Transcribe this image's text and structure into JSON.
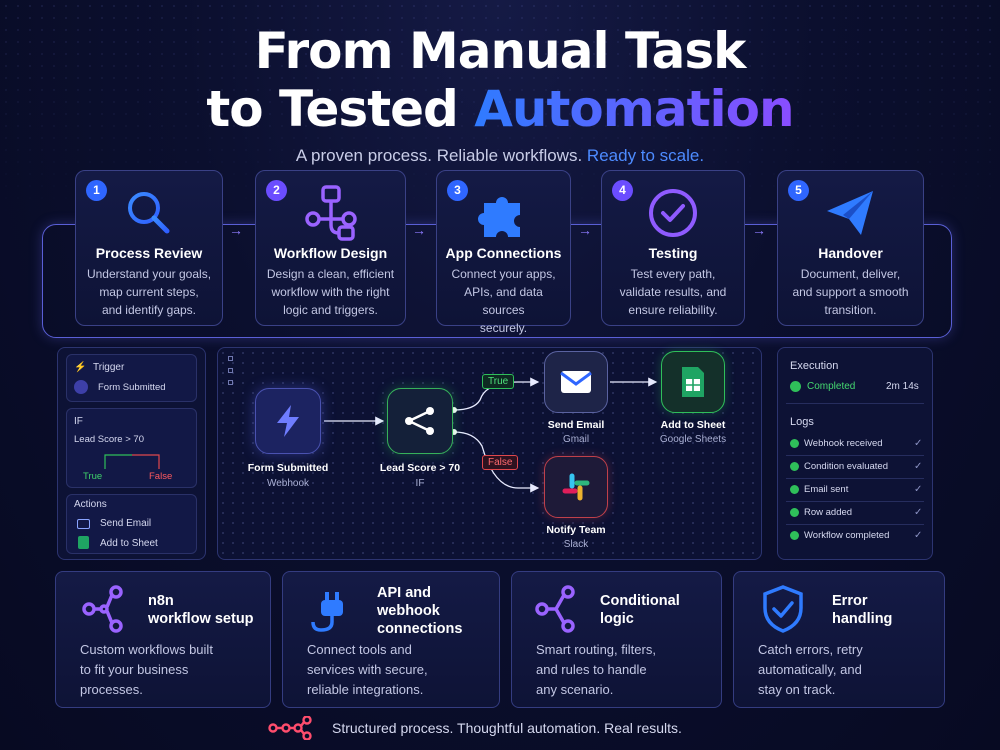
{
  "header": {
    "title_line1": "From Manual Task",
    "title_line2_plain": "to Tested",
    "title_line2_highlight": "Automation",
    "subtitle_plain": "A proven process. Reliable workflows.",
    "subtitle_highlight": "Ready to scale."
  },
  "steps": [
    {
      "number": "1",
      "title": "Process Review",
      "icon": "magnifier-icon",
      "desc": [
        "Understand your goals,",
        "map current steps,",
        "and identify gaps."
      ]
    },
    {
      "number": "2",
      "title": "Workflow Design",
      "icon": "flow-nodes-icon",
      "desc": [
        "Design a clean, efficient",
        "workflow with the right",
        "logic and triggers."
      ]
    },
    {
      "number": "3",
      "title": "App Connections",
      "icon": "puzzle-icon",
      "desc": [
        "Connect your apps,",
        "APIs, and data sources",
        "securely."
      ]
    },
    {
      "number": "4",
      "title": "Testing",
      "icon": "check-circle-icon",
      "desc": [
        "Test every path,",
        "validate results, and",
        "ensure reliability."
      ]
    },
    {
      "number": "5",
      "title": "Handover",
      "icon": "paper-plane-icon",
      "desc": [
        "Document, deliver,",
        "and support a smooth",
        "transition."
      ]
    }
  ],
  "config_panel": {
    "trigger_label": "Trigger",
    "trigger_value": "Form Submitted",
    "if_label": "IF",
    "if_condition": "Lead Score > 70",
    "true_label": "True",
    "false_label": "False",
    "actions_label": "Actions",
    "action_1": "Send Email",
    "action_2": "Add to Sheet"
  },
  "workflow": {
    "nodes": [
      {
        "name": "Form Submitted",
        "sub": "Webhook",
        "icon": "lightning-icon"
      },
      {
        "name": "Lead Score > 70",
        "sub": "IF",
        "icon": "branch-icon"
      },
      {
        "name": "Send Email",
        "sub": "Gmail",
        "icon": "envelope-icon"
      },
      {
        "name": "Add to Sheet",
        "sub": "Google Sheets",
        "icon": "sheets-icon"
      },
      {
        "name": "Notify Team",
        "sub": "Slack",
        "icon": "slack-icon"
      }
    ],
    "true_edge": "True",
    "false_edge": "False"
  },
  "execution": {
    "title": "Execution",
    "status": "Completed",
    "duration": "2m 14s",
    "logs_title": "Logs",
    "logs": [
      "Webhook received",
      "Condition evaluated",
      "Email sent",
      "Row added",
      "Workflow completed"
    ]
  },
  "features": [
    {
      "title": [
        "n8n",
        "workflow setup"
      ],
      "icon": "n8n-nodes-icon",
      "desc": [
        "Custom workflows built",
        "to fit your business",
        "processes."
      ]
    },
    {
      "title": [
        "API and",
        "webhook",
        "connections"
      ],
      "icon": "plug-icon",
      "desc": [
        "Connect tools and",
        "services with secure,",
        "reliable integrations."
      ]
    },
    {
      "title": [
        "Conditional",
        "logic"
      ],
      "icon": "split-arrows-icon",
      "desc": [
        "Smart routing, filters,",
        "and rules to handle",
        "any scenario."
      ]
    },
    {
      "title": [
        "Error",
        "handling"
      ],
      "icon": "shield-check-icon",
      "desc": [
        "Catch errors, retry",
        "automatically, and",
        "stay on track."
      ]
    }
  ],
  "footer": {
    "text": "Structured process. Thoughtful automation. Real results.",
    "icon": "n8n-logo-icon"
  },
  "colors": {
    "accent_blue": "#2f7bff",
    "accent_purple": "#8a4dff",
    "success_green": "#2fbf5a",
    "false_red": "#e0474c",
    "background": "#0b0f2e"
  }
}
